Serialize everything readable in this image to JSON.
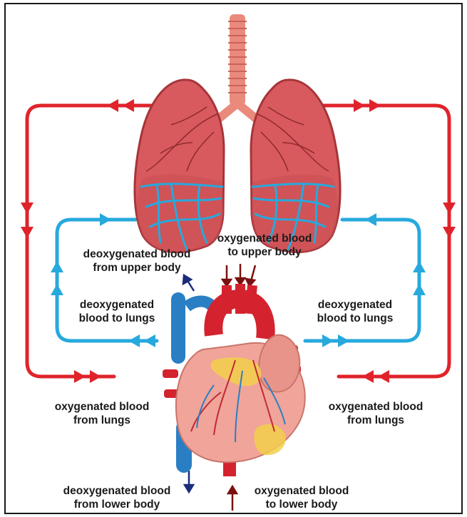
{
  "labels": {
    "oxy_upper": [
      "oxygenated blood",
      "to upper body"
    ],
    "deoxy_upper": [
      "deoxygenated blood",
      "from upper body"
    ],
    "deoxy_lungs_left": [
      "deoxygenated",
      "blood to lungs"
    ],
    "deoxy_lungs_right": [
      "deoxygenated",
      "blood to lungs"
    ],
    "oxy_from_lungs_left": [
      "oxygenated blood",
      "from lungs"
    ],
    "oxy_from_lungs_right": [
      "oxygenated blood",
      "from lungs"
    ],
    "deoxy_lower": [
      "deoxygenated blood",
      "from lower body"
    ],
    "oxy_lower": [
      "oxygenated blood",
      "to lower body"
    ]
  },
  "colors": {
    "oxygenated": "#e0232b",
    "deoxygenated": "#27a9dd",
    "lung": "#d85a5e",
    "lung_dark": "#b8393f",
    "heart": "#f0a49a",
    "fat": "#f2d04a",
    "dark_arrow": "#7a1010",
    "navy_arrow": "#1c2b7a"
  },
  "icons": [
    "trachea",
    "left-lung",
    "right-lung",
    "heart",
    "aorta",
    "vena-cava"
  ]
}
